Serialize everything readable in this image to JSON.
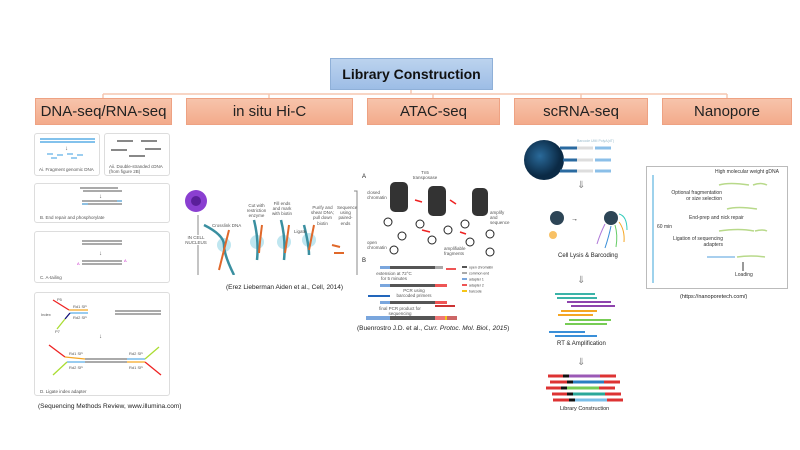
{
  "title": "Library Construction",
  "categories": [
    "DNA-seq/RNA-seq",
    "in situ Hi-C",
    "ATAC-seq",
    "scRNA-seq",
    "Nanopore"
  ],
  "colors": {
    "title_box": "#a9c6ea",
    "category_box": "#f4b397",
    "connector": "#f5c7b0"
  },
  "dnaseq": {
    "steps": [
      "Ai. Fragment genomic DNA",
      "Aii. Double-stranded cDNA (from figure 2B)",
      "B. End repair and phosphorylate",
      "C. A-tailing",
      "D. Ligate index adapter"
    ],
    "labels": {
      "p5": "P5",
      "p7": "P7",
      "index": "Index",
      "rd1": "Rd1 SP",
      "rd2": "Rd2 SP",
      "a": "A",
      "t": "T",
      "p": "P"
    },
    "citation": "(Sequencing Methods Review, www.illumina.com)"
  },
  "hic": {
    "steps": [
      "Crosslink DNA",
      "Cut with restriction enzyme",
      "Fill ends and mark with biotin",
      "Ligate",
      "Purify and shear DNA; pull down biotin",
      "Sequence using paired-ends"
    ],
    "nucleus": "IN CELL NUCLEUS",
    "citation": "(Erez Lieberman Aiden et al., Cell, 2014)"
  },
  "atac": {
    "panel_a": "A",
    "panel_b": "B",
    "labels": [
      "Tn5 transposase",
      "closed chromatin",
      "open chromatin",
      "amplify and sequence",
      "amplifiable fragments"
    ],
    "steps": [
      "extension at 72°C for 5 minutes",
      "PCR using barcoded primers",
      "final PCR product for sequencing"
    ],
    "legend": [
      "open chromatin",
      "common end",
      "adapter 1",
      "adapter 2",
      "barcode"
    ],
    "citation_prefix": "(Buenrostro J.D. et al., ",
    "citation_journal": "Curr. Protoc. Mol. Biol., 2015",
    "citation_suffix": ")"
  },
  "scrna": {
    "bead_labels": [
      "Barcode",
      "UMI",
      "PolyA(dT)"
    ],
    "steps": [
      "Cell Lysis & Barcoding",
      "RT & Amplification",
      "Library Construction"
    ]
  },
  "nanopore": {
    "steps": [
      "High molecular weight gDNA",
      "Optional fragmentation or size selection",
      "End-prep and nick repair",
      "Ligation of sequencing adapters",
      "Loading"
    ],
    "time": "60 min",
    "citation": "(https://nanoporetech.com/)"
  }
}
